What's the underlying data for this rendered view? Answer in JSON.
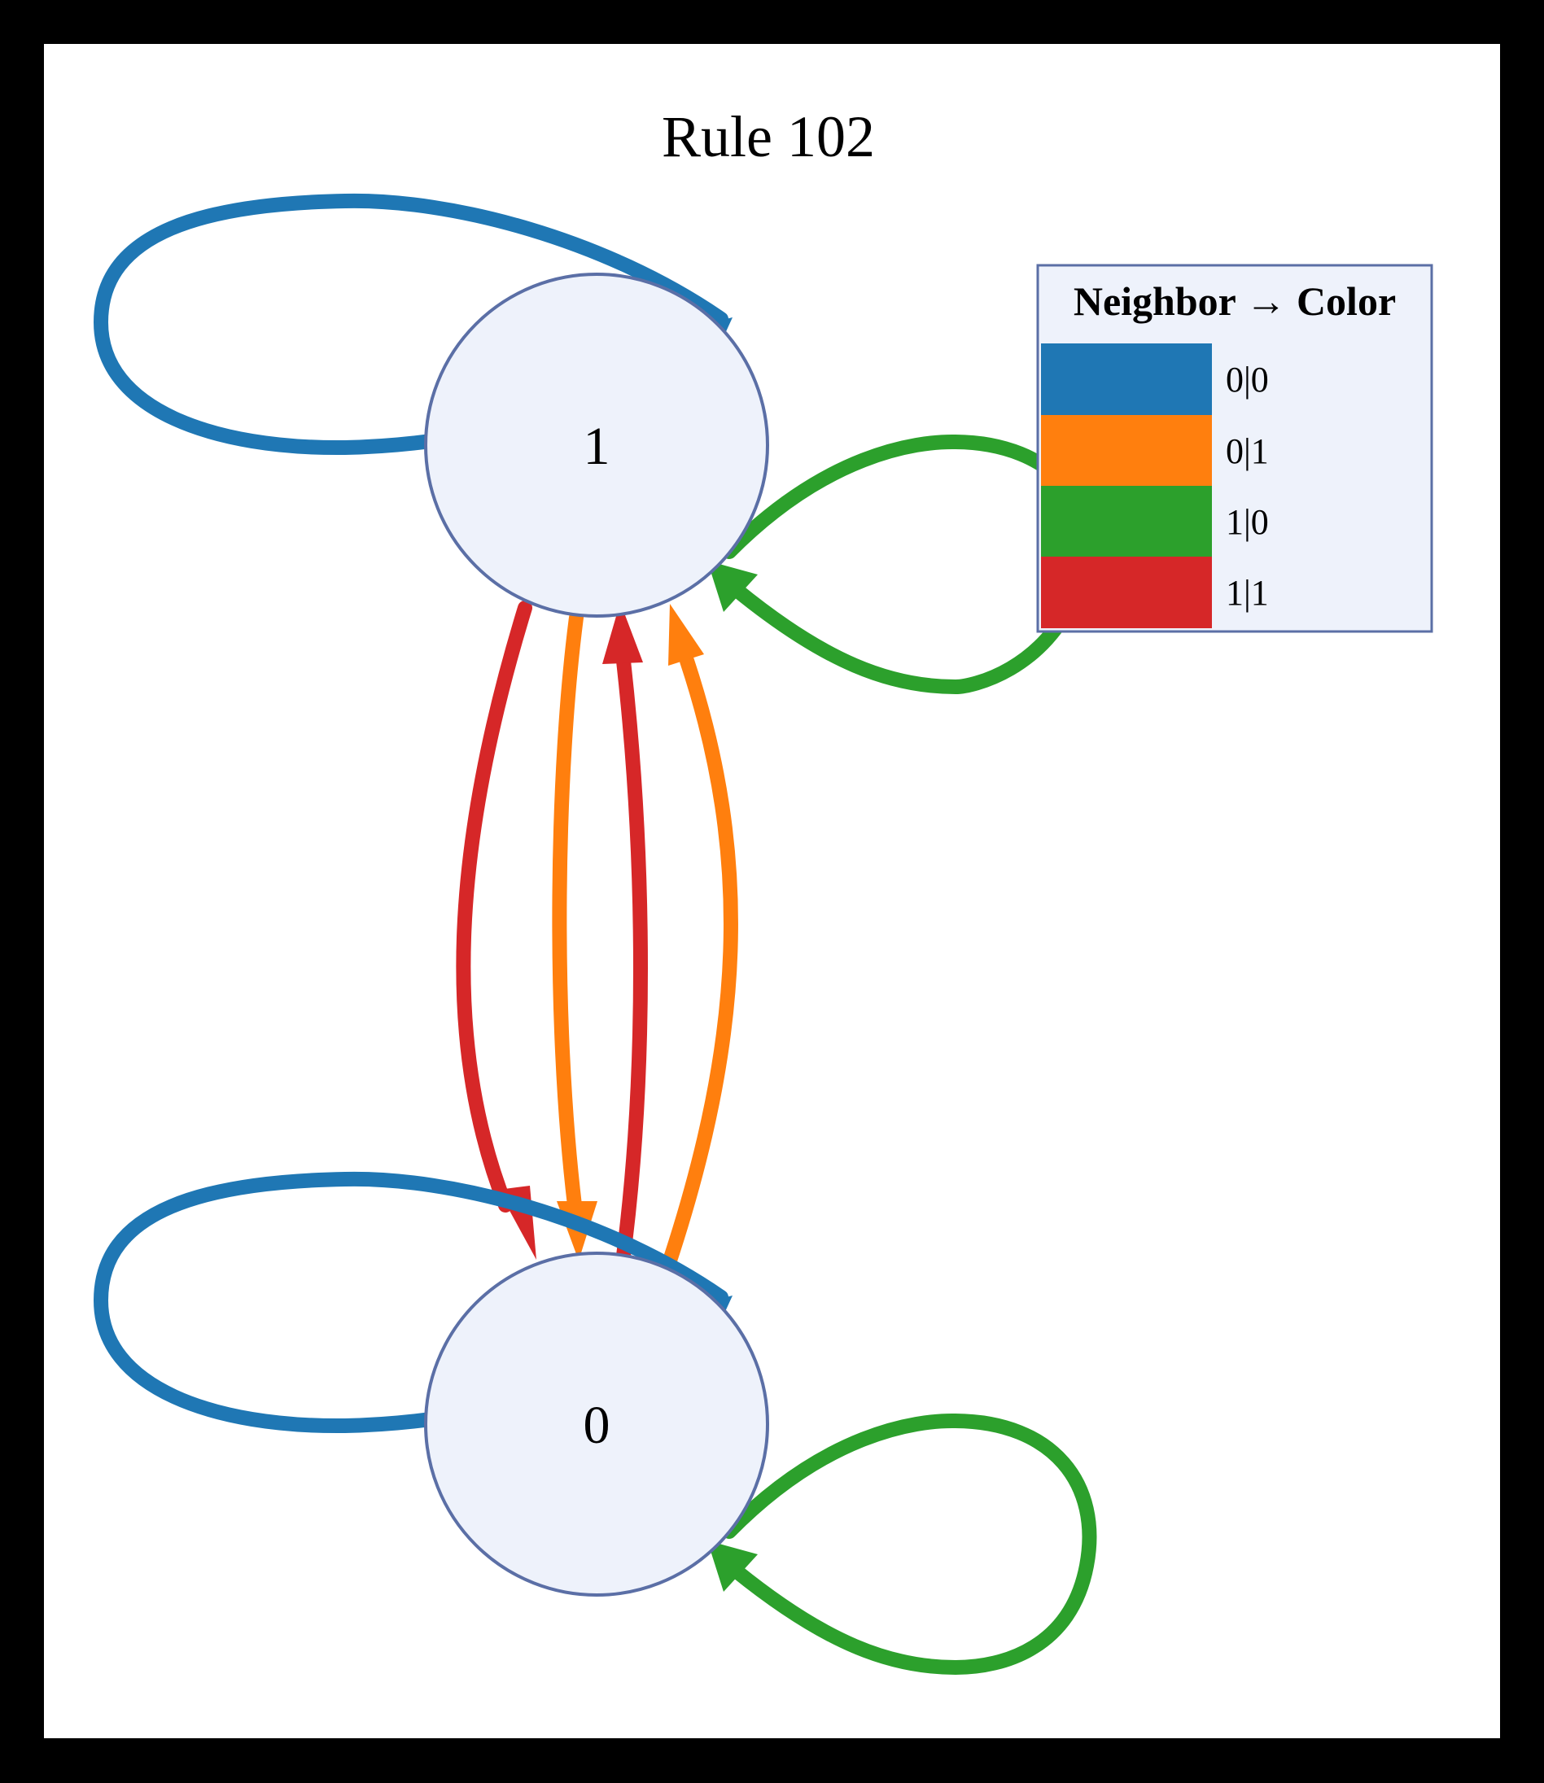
{
  "title": "Rule 102",
  "colors": {
    "background": "#000000",
    "canvas": "#ffffff",
    "node_fill": "#eef2fb",
    "node_stroke": "#5b6fa6",
    "legend_fill": "#eef2fb",
    "legend_stroke": "#5b6fa6"
  },
  "nodes": [
    {
      "id": "1",
      "label": "1"
    },
    {
      "id": "0",
      "label": "0"
    }
  ],
  "edges": [
    {
      "from": "1",
      "to": "1",
      "neighbor": "0|0",
      "color": "#1f77b4"
    },
    {
      "from": "1",
      "to": "1",
      "neighbor": "1|0",
      "color": "#2ca02c"
    },
    {
      "from": "1",
      "to": "0",
      "neighbor": "1|1",
      "color": "#d62728"
    },
    {
      "from": "1",
      "to": "0",
      "neighbor": "0|1",
      "color": "#ff7f0e"
    },
    {
      "from": "0",
      "to": "1",
      "neighbor": "1|1",
      "color": "#d62728"
    },
    {
      "from": "0",
      "to": "1",
      "neighbor": "0|1",
      "color": "#ff7f0e"
    },
    {
      "from": "0",
      "to": "0",
      "neighbor": "0|0",
      "color": "#1f77b4"
    },
    {
      "from": "0",
      "to": "0",
      "neighbor": "1|0",
      "color": "#2ca02c"
    }
  ],
  "legend": {
    "title": "Neighbor → Color",
    "items": [
      {
        "label": "0|0",
        "color": "#1f77b4"
      },
      {
        "label": "0|1",
        "color": "#ff7f0e"
      },
      {
        "label": "1|0",
        "color": "#2ca02c"
      },
      {
        "label": "1|1",
        "color": "#d62728"
      }
    ]
  }
}
